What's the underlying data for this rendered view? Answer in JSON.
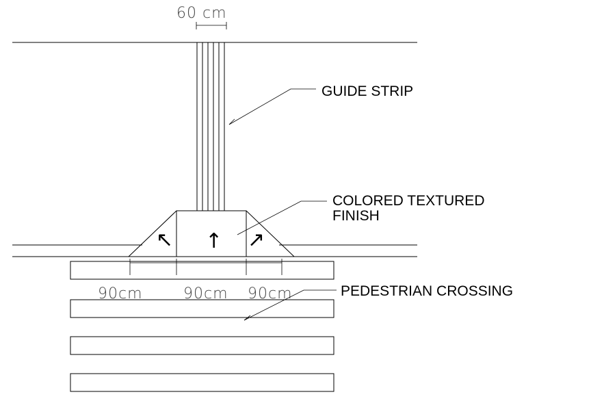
{
  "labels": {
    "guide_strip": "GUIDE STRIP",
    "colored_textured_finish_line1": "COLORED TEXTURED",
    "colored_textured_finish_line2": "FINISH",
    "pedestrian_crossing": "PEDESTRIAN CROSSING"
  },
  "dimensions": {
    "guide_strip_width": "60 cm",
    "ramp_left_width": "90cm",
    "ramp_center_width": "90cm",
    "ramp_right_width": "90cm"
  },
  "arrows": {
    "left": "↖",
    "center": "↑",
    "right": "↗"
  },
  "colors": {
    "stroke": "#000000",
    "dimension_text": "#444444",
    "background": "#ffffff"
  }
}
